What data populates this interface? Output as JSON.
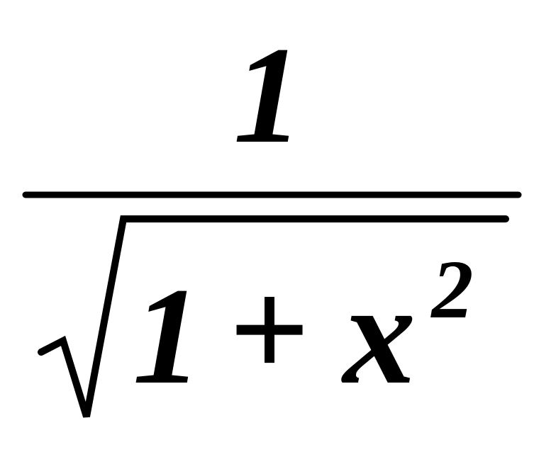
{
  "formula": {
    "numerator": "1",
    "radicand": {
      "constant": "1",
      "operator": "+",
      "variable": "x",
      "exponent": "2"
    }
  },
  "colors": {
    "ink": "#000000",
    "background": "#ffffff"
  }
}
